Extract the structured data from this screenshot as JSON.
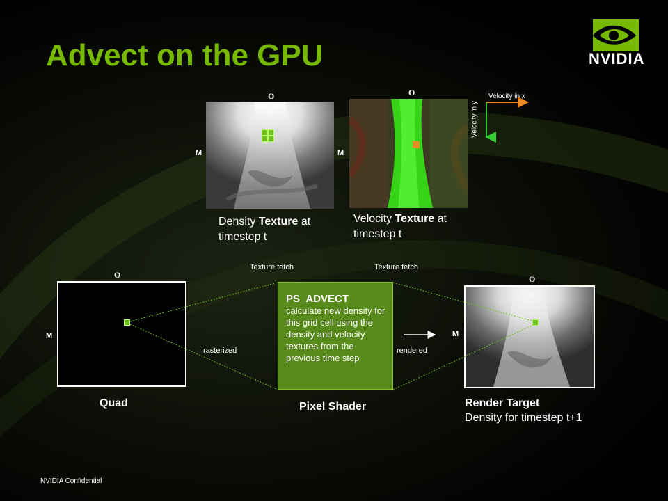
{
  "slide": {
    "title": "Advect on the GPU",
    "footer": "NVIDIA Confidential",
    "brand": {
      "name": "NVIDIA",
      "accent": "#76b900",
      "shader_fill": "#578a1b"
    }
  },
  "top": {
    "density": {
      "o": "O",
      "m": "M",
      "caption_pre": "Density ",
      "caption_bold": "Texture",
      "caption_post": " at",
      "caption_line2": "timestep t"
    },
    "velocity": {
      "o": "O",
      "m": "M",
      "caption_pre": "Velocity ",
      "caption_bold": "Texture",
      "caption_post": " at",
      "caption_line2": "timestep t"
    },
    "axes": {
      "x_label": "Velocity in x",
      "y_label": "Velocity in y",
      "x_color": "#f08c28",
      "y_color": "#33cc33"
    }
  },
  "bottom": {
    "texture_fetch_left": "Texture  fetch",
    "texture_fetch_right": "Texture  fetch",
    "quad": {
      "o": "O",
      "m": "M",
      "label": "Quad"
    },
    "rasterized": "rasterized",
    "rendered": "rendered",
    "shader": {
      "title": "PS_ADVECT",
      "body": "calculate new density for this grid cell using the density and velocity textures from the previous time step",
      "label": "Pixel Shader"
    },
    "target": {
      "o": "O",
      "m": "M",
      "label_bold": "Render Target",
      "label_line2": "Density for timestep t+1"
    }
  }
}
